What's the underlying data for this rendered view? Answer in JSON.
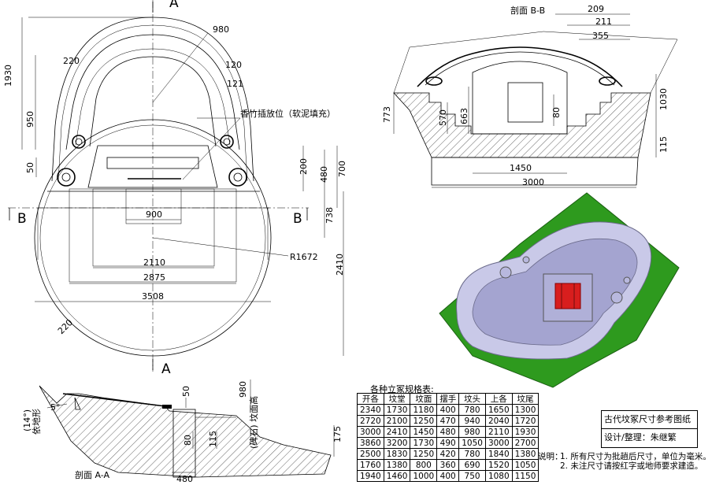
{
  "plan_view": {
    "section_markers": {
      "a_top": "A",
      "a_bottom": "A",
      "b_left": "B",
      "b_right": "B"
    },
    "dims": {
      "d980": "980",
      "d220_top": "220",
      "d120": "120",
      "d121": "121",
      "d1930": "1930",
      "d950": "950",
      "d50": "50",
      "d200": "200",
      "d480": "480",
      "d700": "700",
      "d738": "738",
      "d2410": "2410",
      "d900": "900",
      "d2110": "2110",
      "d2875": "2875",
      "d3508": "3508",
      "d220_bottom": "220",
      "r1672": "R1672"
    },
    "note_incense": "香竹插放位（软泥填充）"
  },
  "section_b": {
    "title": "剖面 B-B",
    "dims": {
      "d209": "209",
      "d211": "211",
      "d355": "355",
      "d1030": "1030",
      "d115": "115",
      "d773": "773",
      "d570": "570",
      "d663": "663",
      "d80": "80",
      "d1450": "1450",
      "d3000": "3000"
    }
  },
  "section_a": {
    "title": "剖面 A-A",
    "dims": {
      "d50": "50",
      "d980": "980",
      "d80": "80",
      "d115": "115",
      "d175": "175",
      "d480": "480"
    },
    "angle_5": "5°",
    "angle_14": "(14°)",
    "terrain_label": "依地形",
    "stele_label": "(碑石) 坟面高"
  },
  "spec_table": {
    "title": "各种立冢规格表:",
    "headers": [
      "开各",
      "坟堂",
      "坟面",
      "摆手",
      "坟头",
      "上各",
      "坟尾"
    ],
    "rows": [
      [
        "2340",
        "1730",
        "1180",
        "400",
        "780",
        "1650",
        "1300"
      ],
      [
        "2720",
        "2100",
        "1250",
        "470",
        "940",
        "2040",
        "1720"
      ],
      [
        "3000",
        "2410",
        "1450",
        "480",
        "980",
        "2110",
        "1930"
      ],
      [
        "3860",
        "3200",
        "1730",
        "490",
        "1050",
        "3000",
        "2700"
      ],
      [
        "2500",
        "1830",
        "1250",
        "420",
        "780",
        "1840",
        "1380"
      ],
      [
        "1760",
        "1380",
        "800",
        "360",
        "690",
        "1520",
        "1050"
      ],
      [
        "1940",
        "1460",
        "1000",
        "400",
        "750",
        "1080",
        "1150"
      ]
    ]
  },
  "title_block": {
    "name": "古代坟冢尺寸参考图纸",
    "designer": "设计/整理：朱继繁"
  },
  "notes": {
    "heading": "说明：",
    "items": [
      "1. 所有尺寸为批趟后尺寸，单位为毫米。",
      "2. 未注尺寸请按红字或地师要求建造。"
    ]
  },
  "colors": {
    "ground": "#2e9a1e",
    "tomb": "#c9c9e8",
    "stele": "#d81e1e",
    "line": "#000000"
  }
}
